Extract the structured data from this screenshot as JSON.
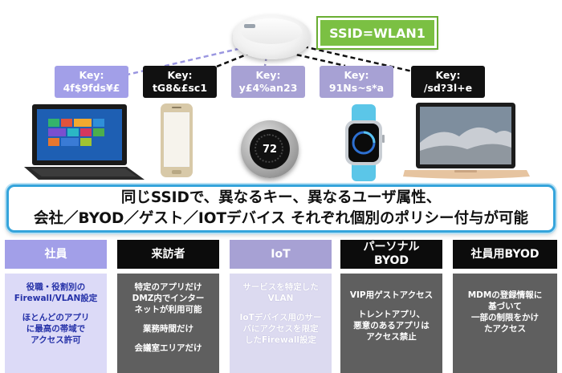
{
  "ssid": "SSID=WLAN1",
  "keys": [
    {
      "label": "Key:",
      "value": "4f$9fds¥£"
    },
    {
      "label": "Key:",
      "value": "tG8&£sc1"
    },
    {
      "label": "Key:",
      "value": "y£4%an23"
    },
    {
      "label": "Key:",
      "value": "91Ns~s*a"
    },
    {
      "label": "Key:",
      "value": "/sd?3l+e"
    }
  ],
  "devices": {
    "thermostat_display": "72"
  },
  "banner": {
    "line1": "同じSSIDで、異なるキー、異なるユーザ属性、",
    "line2": "会社／BYOD／ゲスト／IOTデバイス それぞれ個別のポリシー付与が可能"
  },
  "columns": [
    {
      "title": [
        "社員"
      ],
      "body": [
        [
          "役職・役割別の",
          "Firewall/VLAN設定"
        ],
        [
          "ほとんどのアプリ",
          "に最高の帯域で",
          "アクセス許可"
        ]
      ]
    },
    {
      "title": [
        "来訪者"
      ],
      "body": [
        [
          "特定のアプリだけ",
          "DMZ内でインター",
          "ネットが利用可能"
        ],
        [
          "業務時間だけ"
        ],
        [
          "会議室エリアだけ"
        ]
      ]
    },
    {
      "title": [
        "IoT"
      ],
      "body": [
        [
          "サービスを特定した",
          "VLAN"
        ],
        [
          "IoTデバイス用のサー",
          "バにアクセスを限定",
          "したFirewall設定"
        ]
      ]
    },
    {
      "title": [
        "パーソナル",
        "BYOD"
      ],
      "body": [
        [
          "VIP用ゲストアクセス"
        ],
        [
          "トレントアプリ、",
          "悪意のあるアプリは",
          "アクセス禁止"
        ]
      ]
    },
    {
      "title": [
        "社員用BYOD"
      ],
      "body": [
        [
          "MDMの登録情報に",
          "基づいて",
          "一部の制限をかけ",
          "たアクセス"
        ]
      ]
    }
  ]
}
